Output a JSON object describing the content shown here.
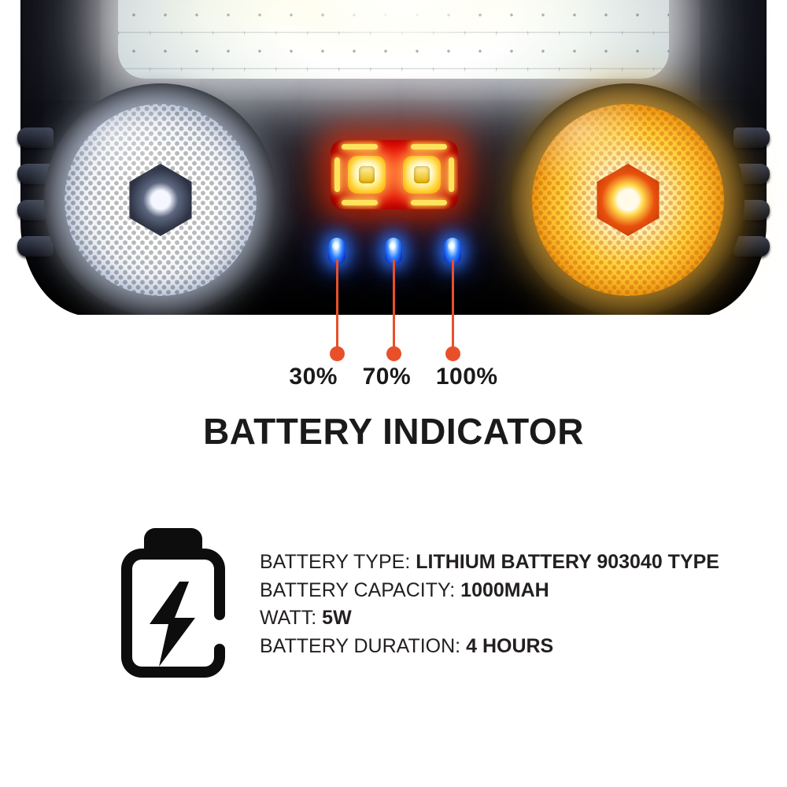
{
  "product": {
    "alt": "rechargeable LED work light with white COB panel, white spotlight, amber spotlight, red warning panel and three blue battery indicator LEDs",
    "components": {
      "cob_panel": "white-cob-led-panel",
      "left_reflector": "white-spotlight-reflector",
      "right_reflector": "amber-spotlight-reflector",
      "red_panel": "red-warning-light-panel",
      "blue_leds": "battery-indicator-leds"
    }
  },
  "indicator": {
    "levels": [
      "30%",
      "70%",
      "100%"
    ],
    "callout_color": "#E8502A",
    "heading": "BATTERY INDICATOR"
  },
  "specs": {
    "icon": "battery-charging-icon",
    "items": [
      {
        "label": "BATTERY TYPE:",
        "value": "LITHIUM BATTERY 903040 TYPE"
      },
      {
        "label": "BATTERY CAPACITY:",
        "value": "1000MAH"
      },
      {
        "label": "WATT:",
        "value": "5W"
      },
      {
        "label": "BATTERY DURATION:",
        "value": "4 HOURS"
      }
    ]
  },
  "colors": {
    "background": "#FFFFFF",
    "text": "#231F20",
    "accent_orange": "#E8502A",
    "amber_led": "#FFD23D",
    "red_panel": "#E00000",
    "blue_led": "#2D7DFF"
  }
}
